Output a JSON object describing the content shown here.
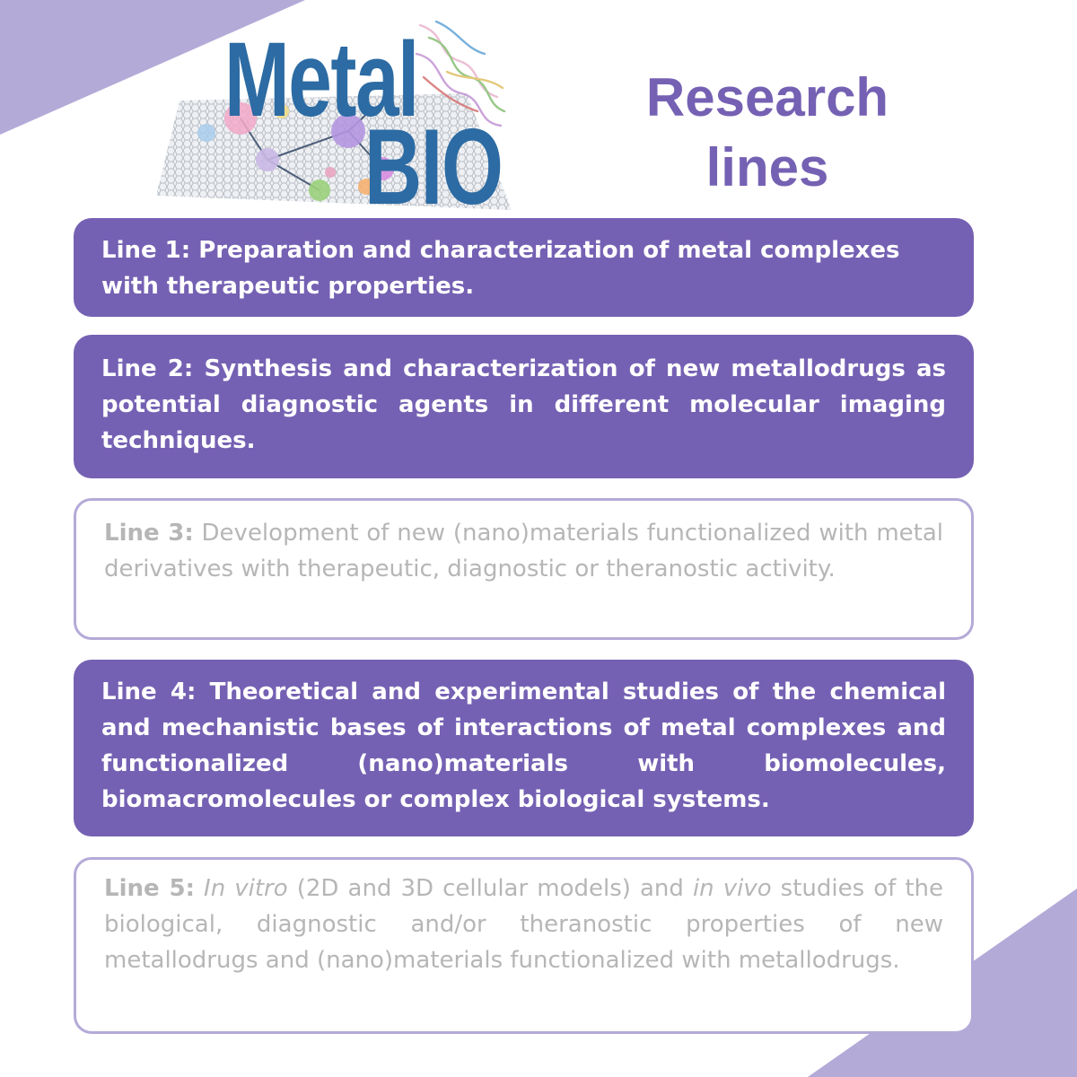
{
  "logo": {
    "word1": "Metal",
    "word2": "BIO"
  },
  "title": {
    "line1": "Research",
    "line2": "lines"
  },
  "colors": {
    "accent": "#7561b3",
    "light_accent": "#b4aad7",
    "logo_text": "#2c6ba3",
    "muted_text": "#b6b6b6"
  },
  "research_lines": [
    {
      "label": "Line 1:",
      "text": " Preparation and characterization of metal complexes with therapeutic properties.",
      "style": "highlighted"
    },
    {
      "label": "Line 2:",
      "text": " Synthesis and characterization of new metallodrugs as potential diagnostic agents in different molecular imaging techniques.",
      "style": "highlighted"
    },
    {
      "label": "Line 3:",
      "text": " Development of new (nano)materials functionalized with metal derivatives with therapeutic, diagnostic or theranostic activity.",
      "style": "muted"
    },
    {
      "label": "Line 4:",
      "text": " Theoretical and experimental studies of the chemical and mechanistic bases of interactions of metal complexes and functionalized (nano)materials with biomolecules, biomacromolecules or complex biological systems.",
      "style": "highlighted"
    },
    {
      "label": "Line 5:",
      "text_parts": {
        "p1": "In vitro",
        "p2": " (2D and 3D cellular models) and ",
        "p3": "in vivo",
        "p4": " studies of the biological, diagnostic and/or theranostic properties of new metallodrugs and (nano)materials functionalized with metallodrugs."
      },
      "style": "muted"
    }
  ]
}
